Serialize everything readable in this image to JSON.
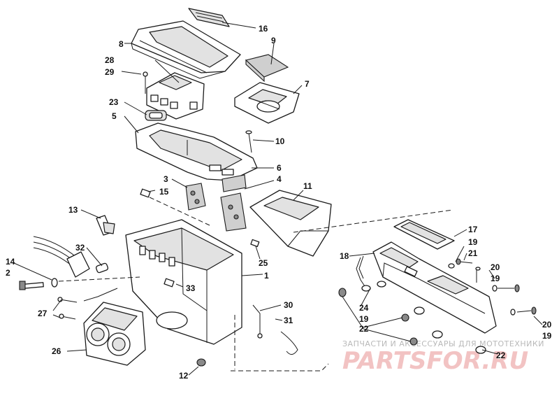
{
  "diagram": {
    "callouts": {
      "c1": "1",
      "c2": "2",
      "c3": "3",
      "c4": "4",
      "c5": "5",
      "c6": "6",
      "c7": "7",
      "c8": "8",
      "c9": "9",
      "c10": "10",
      "c11": "11",
      "c12": "12",
      "c13": "13",
      "c14": "14",
      "c15": "15",
      "c16": "16",
      "c17": "17",
      "c18": "18",
      "c19a": "19",
      "c19b": "19",
      "c19c": "19",
      "c19d": "19",
      "c20a": "20",
      "c20b": "20",
      "c21": "21",
      "c22a": "22",
      "c22b": "22",
      "c23": "23",
      "c24": "24",
      "c25": "25",
      "c26": "26",
      "c27": "27",
      "c28": "28",
      "c29": "29",
      "c30": "30",
      "c31": "31",
      "c32": "32",
      "c33": "33"
    }
  },
  "watermark": {
    "caption": "ЗАПЧАСТИ И АКСЕССУАРЫ ДЛЯ МОТОТЕХНИКИ",
    "logo_text": "PARTSFOR.RU"
  }
}
